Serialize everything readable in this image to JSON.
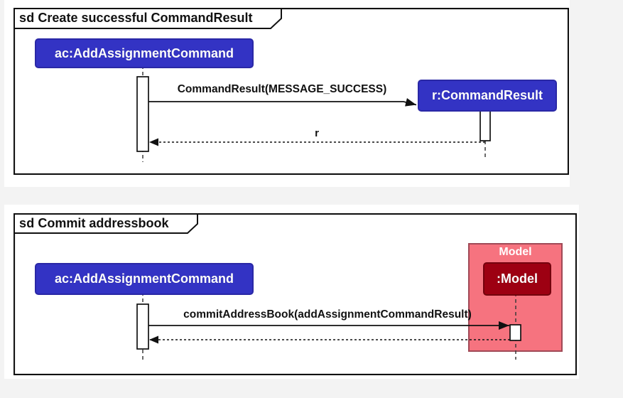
{
  "colors": {
    "logic_blue": "#3333C4",
    "model_dark_red": "#9D0012",
    "model_pink": "#F6737F",
    "frame_border": "#111111",
    "page_grey": "#F3F3F3",
    "activation_fill": "#FFFFFF"
  },
  "frames": [
    {
      "keyword": "sd",
      "title": "Create successful CommandResult",
      "participants": [
        {
          "label": "ac:AddAssignmentCommand"
        },
        {
          "label": "r:CommandResult"
        }
      ],
      "messages": [
        {
          "label": "CommandResult(MESSAGE_SUCCESS)",
          "kind": "create-call"
        },
        {
          "label": "r",
          "kind": "return"
        }
      ]
    },
    {
      "keyword": "sd",
      "title": "Commit addressbook",
      "group_box": {
        "label": "Model"
      },
      "participants": [
        {
          "label": "ac:AddAssignmentCommand"
        },
        {
          "label": ":Model"
        }
      ],
      "messages": [
        {
          "label": "commitAddressBook(addAssignmentCommandResult)",
          "kind": "call"
        },
        {
          "label": "",
          "kind": "return"
        }
      ]
    }
  ]
}
